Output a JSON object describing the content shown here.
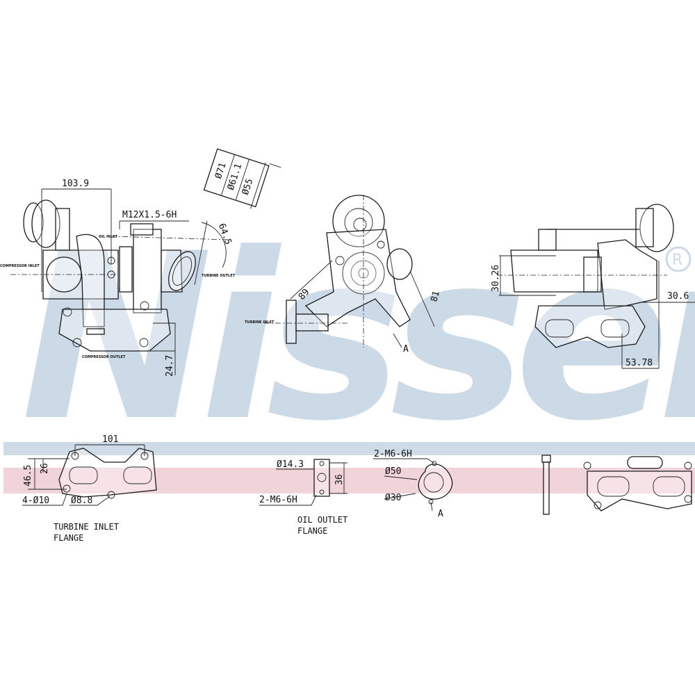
{
  "brand": {
    "watermark": "Nissens",
    "registered_mark": "®",
    "watermark_color": "#ccd9e6"
  },
  "bands": {
    "blue": "#cfdbe7",
    "pink": "#f1d3da"
  },
  "view_front": {
    "dim_width": "103.9",
    "thread": "M12X1.5-6H",
    "angle": "64.5",
    "dim_height": "24.7",
    "label_compressor_inlet": "COMPRESSOR INLET",
    "label_turbine_outlet": "TURBINE OUTLET",
    "label_compressor_outlet": "COMPRESSOR OUTLET",
    "label_oil_inlet": "OIL INLET"
  },
  "detail_box": {
    "d1": "Ø71",
    "d2": "Ø61.1",
    "d3": "Ø55"
  },
  "view_side": {
    "dim_89": "89",
    "dim_81": "81",
    "section": "A",
    "label_turbine_inlet": "TURBINE INLET"
  },
  "view_rear": {
    "dim_30_26": "30.26",
    "dim_30_6": "30.6",
    "dim_53_78": "53.78"
  },
  "turbine_flange": {
    "width": "101",
    "h1": "26",
    "h2": "46.5",
    "holes": "4-Ø10",
    "hole2": "Ø8.8",
    "caption_1": "TURBINE INLET",
    "caption_2": "FLANGE"
  },
  "oil_flange": {
    "d": "Ø14.3",
    "h": "36",
    "thread": "2-M6-6H",
    "caption_1": "OIL OUTLET",
    "caption_2": "FLANGE"
  },
  "round_flange": {
    "thread": "2-M6-6H",
    "d1": "Ø50",
    "d2": "Ø30",
    "section": "A"
  }
}
